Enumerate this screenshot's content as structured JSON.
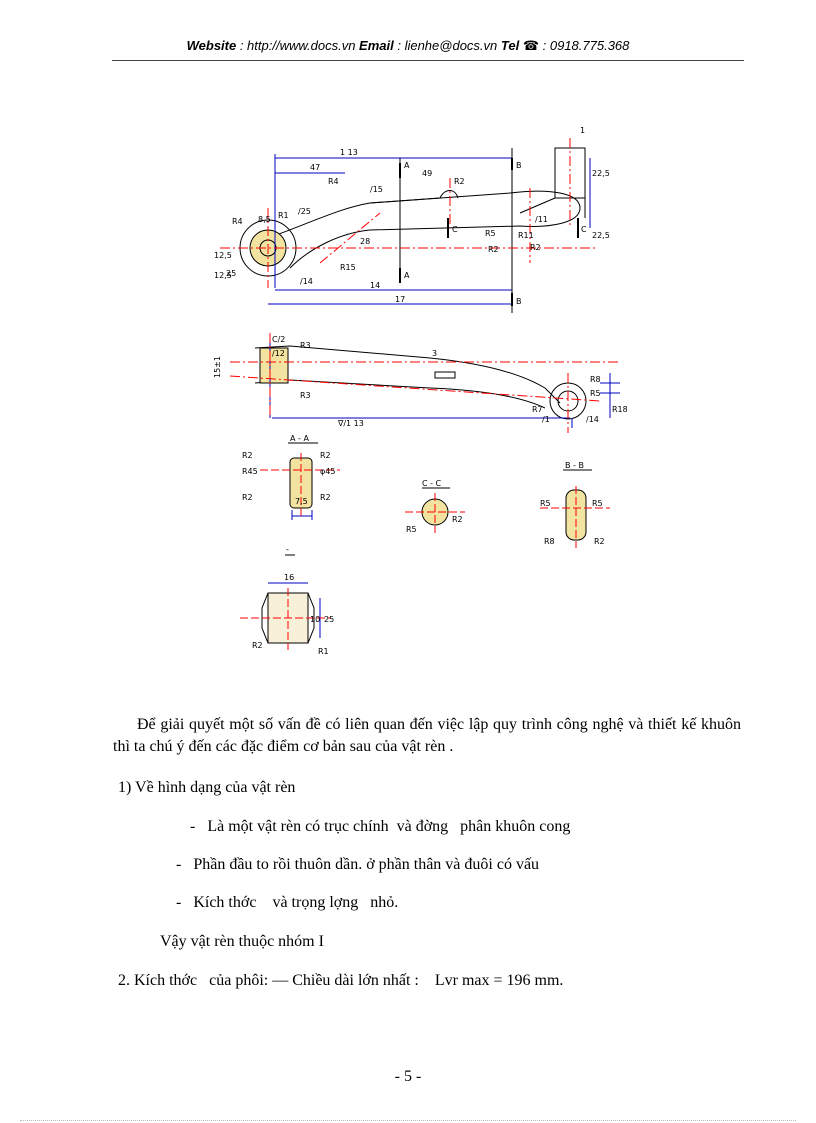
{
  "header": {
    "website_label": "Website",
    "website_value": " : http://www.docs.vn ",
    "email_label": "Email",
    "email_value": " : lienhe@docs.vn ",
    "tel_label": "Tel",
    "tel_value": " : 0918.775.368"
  },
  "drawing": {
    "top_view": {
      "dims": [
        "1 13",
        "47",
        "R4",
        "/15",
        "49",
        "R2",
        "/25",
        "R4",
        "8,5",
        "R1",
        "12,5",
        "12,5",
        "25",
        "/14",
        "R15",
        "28",
        "14",
        "17",
        "R5",
        "R2",
        "R2",
        "R11",
        "/11",
        "22,5",
        "22,5",
        "1"
      ],
      "section_marks": [
        "A",
        "A",
        "B",
        "B",
        "C",
        "C"
      ]
    },
    "side_view": {
      "dims": [
        "C/2",
        "/12",
        "R3",
        "R3",
        "3",
        "R8",
        "R5",
        "R7",
        "/1",
        "/14",
        "R18",
        "15±1",
        "∇/1 13"
      ]
    },
    "section_aa": {
      "title": "A - A",
      "labels": [
        "R2",
        "R2",
        "R45",
        "φ45",
        "R2",
        "R2",
        "7,5"
      ]
    },
    "section_cc": {
      "title": "C - C",
      "labels": [
        "R5",
        "R2"
      ]
    },
    "section_bb": {
      "title": "B - B",
      "labels": [
        "R5",
        "R5",
        "R8",
        "R2"
      ]
    },
    "section_extra": {
      "title": "-",
      "labels": [
        "16",
        "R2",
        "R1",
        "10",
        "25"
      ]
    }
  },
  "body": {
    "para1": "Để giải quyết một số vấn đề có liên quan đến việc lập quy trình công nghệ và thiết kế khuôn thì ta chú ý đến các đặc điểm cơ bản sau của vật rèn .",
    "item1": "1) Về hình dạng của vật rèn",
    "bullet1": "-   Là một vật rèn có trục chính  và đờng   phân khuôn cong",
    "bullet2": "-   Phần đầu to rồi thuôn dần. ở phần thân và đuôi có vấu",
    "bullet3": "-   Kích thớc    và trọng lợng   nhỏ.",
    "conclusion": "Vậy vật rèn thuộc nhóm I",
    "item2": "2. Kích thớc   của phôi: — Chiều dài lớn nhất :    Lvr max = 196 mm."
  },
  "footer": {
    "page_number": "- 5 -"
  },
  "colors": {
    "line": "#000000",
    "center": "#ff0000",
    "hatch": "#e8c040",
    "dim": "#0000c0"
  }
}
